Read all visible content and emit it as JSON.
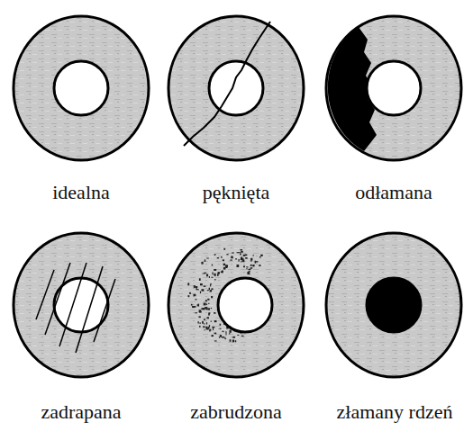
{
  "diagram": {
    "labels": [
      "idealna",
      "pęknięta",
      "odłamana",
      "zadrapana",
      "zabrudzona",
      "złamany rdzeń"
    ]
  }
}
